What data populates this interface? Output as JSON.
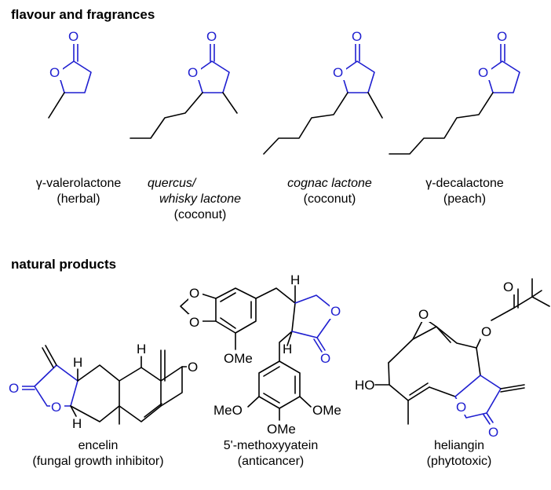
{
  "headings": {
    "flavour": "flavour and fragrances",
    "natural": "natural products"
  },
  "compounds": [
    {
      "name": "γ-valerolactone",
      "note": "(herbal)"
    },
    {
      "name1": "quercus/",
      "name2": "whisky lactone",
      "note": "(coconut)"
    },
    {
      "name": "cognac lactone",
      "note": "(coconut)"
    },
    {
      "name": "γ-decalactone",
      "note": "(peach)"
    },
    {
      "name": "encelin",
      "note": "(fungal growth inhibitor)"
    },
    {
      "name": "5'-methoxyyatein",
      "note": "(anticancer)"
    },
    {
      "name": "heliangin",
      "note": "(phytotoxic)"
    }
  ],
  "atoms": {
    "O": "O",
    "H": "H",
    "OMe": "OMe",
    "MeO": "MeO",
    "HO": "HO"
  },
  "colors": {
    "lactone": "#1f1fd0",
    "skeleton": "#000000"
  }
}
